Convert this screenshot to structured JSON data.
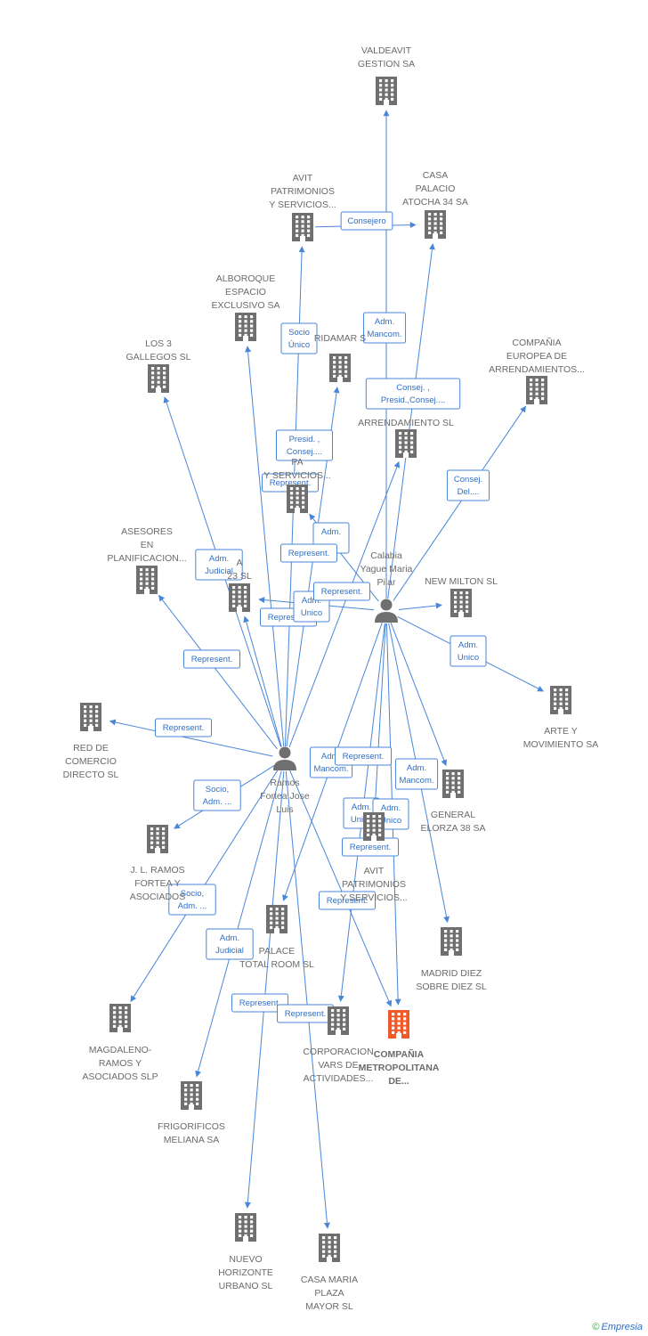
{
  "colors": {
    "building": "#6f6f6f",
    "highlight": "#f05a28",
    "edge": "#4a86d8",
    "text": "#6b6b6b"
  },
  "persons": [
    {
      "id": "ramos",
      "lines": [
        "Ramos",
        "Fortea Jose",
        "Luis"
      ]
    },
    {
      "id": "calabia",
      "lines": [
        "Calabia",
        "Yague Maria",
        "Pilar"
      ]
    }
  ],
  "companies": [
    {
      "id": "valdeavit",
      "lines": [
        "VALDEAVIT",
        "GESTION SA"
      ],
      "highlight": false
    },
    {
      "id": "avit1",
      "lines": [
        "AVIT",
        "PATRIMONIOS",
        "Y SERVICIOS..."
      ],
      "highlight": false
    },
    {
      "id": "casapalacio",
      "lines": [
        "CASA",
        "PALACIO",
        "ATOCHA 34 SA"
      ],
      "highlight": false
    },
    {
      "id": "alboroque",
      "lines": [
        "ALBOROQUE",
        "ESPACIO",
        "EXCLUSIVO SA"
      ],
      "highlight": false
    },
    {
      "id": "ridamar",
      "lines": [
        "RIDAMAR S"
      ],
      "highlight": false
    },
    {
      "id": "los3",
      "lines": [
        "LOS 3",
        "GALLEGOS SL"
      ],
      "highlight": false
    },
    {
      "id": "compeuropea",
      "lines": [
        "COMPAÑIA",
        "EUROPEA DE",
        "ARRENDAMIENTOS..."
      ],
      "highlight": false
    },
    {
      "id": "arrend",
      "lines": [
        "ARRENDAMIENTO SL"
      ],
      "highlight": false
    },
    {
      "id": "pat2",
      "lines": [
        "PA",
        "Y SERVICIOS..."
      ],
      "highlight": false
    },
    {
      "id": "asesores",
      "lines": [
        "ASESORES",
        "EN",
        "PLANIFICACION..."
      ],
      "highlight": false
    },
    {
      "id": "x23",
      "lines": [
        "A",
        "23 SL"
      ],
      "highlight": false
    },
    {
      "id": "newmilton",
      "lines": [
        "NEW MILTON SL"
      ],
      "highlight": false
    },
    {
      "id": "arte",
      "lines": [
        "ARTE Y",
        "MOVIMIENTO SA"
      ],
      "highlight": false
    },
    {
      "id": "reddecomercio",
      "lines": [
        "RED DE",
        "COMERCIO",
        "DIRECTO SL"
      ],
      "highlight": false
    },
    {
      "id": "general",
      "lines": [
        "GENERAL",
        "ELORZA 38 SA"
      ],
      "highlight": false
    },
    {
      "id": "jlramos",
      "lines": [
        "J. L. RAMOS",
        "FORTEA Y",
        "ASOCIADOS"
      ],
      "highlight": false
    },
    {
      "id": "avit2",
      "lines": [
        "AVIT",
        "PATRIMONIOS",
        "Y SERVICIOS..."
      ],
      "highlight": false
    },
    {
      "id": "palace",
      "lines": [
        "PALACE",
        "TOTAL ROOM SL"
      ],
      "highlight": false
    },
    {
      "id": "madriddiez",
      "lines": [
        "MADRID DIEZ",
        "SOBRE DIEZ SL"
      ],
      "highlight": false
    },
    {
      "id": "magdaleno",
      "lines": [
        "MAGDALENO-",
        "RAMOS Y",
        "ASOCIADOS SLP"
      ],
      "highlight": false
    },
    {
      "id": "corporacion",
      "lines": [
        "CORPORACION",
        "VARS DE",
        "ACTIVIDADES..."
      ],
      "highlight": false
    },
    {
      "id": "compmetro",
      "lines": [
        "COMPAÑIA",
        "METROPOLITANA",
        "DE..."
      ],
      "highlight": true
    },
    {
      "id": "frigorificos",
      "lines": [
        "FRIGORIFICOS",
        "MELIANA SA"
      ],
      "highlight": false
    },
    {
      "id": "nuevo",
      "lines": [
        "NUEVO",
        "HORIZONTE",
        "URBANO SL"
      ],
      "highlight": false
    },
    {
      "id": "casamaria",
      "lines": [
        "CASA MARIA",
        "PLAZA",
        "MAYOR SL"
      ],
      "highlight": false
    }
  ],
  "edges": [
    {
      "from": "calabia",
      "to": "valdeavit",
      "label": [
        "Adm.",
        "Mancom."
      ]
    },
    {
      "from": "avit1",
      "to": "casapalacio",
      "label": [
        "Consejero"
      ]
    },
    {
      "from": "calabia",
      "to": "casapalacio",
      "label": [
        "Consej. ,",
        "Presid.,Consej...."
      ]
    },
    {
      "from": "ramos",
      "to": "avit1",
      "label": [
        "Socio",
        "Único"
      ]
    },
    {
      "from": "ramos",
      "to": "alboroque",
      "label": [
        "Presid. ,",
        "Consej...."
      ]
    },
    {
      "from": "ramos",
      "to": "ridamar",
      "label": [
        "Represent."
      ]
    },
    {
      "from": "calabia",
      "to": "compeuropea",
      "label": [
        "Consej.",
        "Del...."
      ]
    },
    {
      "from": "ramos",
      "to": "los3",
      "label": [
        "Adm.",
        "Judicial"
      ]
    },
    {
      "from": "calabia",
      "to": "pat2",
      "label": [
        "Adm.",
        "..."
      ]
    },
    {
      "from": "ramos",
      "to": "arrend",
      "label": [
        "Represent."
      ]
    },
    {
      "from": "calabia",
      "to": "x23",
      "label": [
        "Represent."
      ]
    },
    {
      "from": "ramos",
      "to": "x23",
      "label": [
        "Adm.",
        "Unico"
      ]
    },
    {
      "from": "ramos",
      "to": "asesores",
      "label": [
        "Represent."
      ]
    },
    {
      "from": "calabia",
      "to": "newmilton",
      "label": [
        "Represent."
      ]
    },
    {
      "from": "calabia",
      "to": "arte",
      "label": [
        "Adm.",
        "Unico"
      ]
    },
    {
      "from": "ramos",
      "to": "reddecomercio",
      "label": [
        "Represent."
      ]
    },
    {
      "from": "calabia",
      "to": "general",
      "label": [
        "Adm.",
        "Mancom."
      ]
    },
    {
      "from": "ramos",
      "to": "jlramos",
      "label": [
        "Socio,",
        "Adm. ..."
      ]
    },
    {
      "from": "calabia",
      "to": "avit2",
      "label": [
        "Adm.",
        "Unico"
      ]
    },
    {
      "from": "ramos",
      "to": "magdaleno",
      "label": [
        "Socio,",
        "Adm. ..."
      ]
    },
    {
      "from": "ramos",
      "to": "frigorificos",
      "label": [
        "Adm.",
        "Judicial"
      ]
    },
    {
      "from": "ramos",
      "to": "nuevo",
      "label": [
        "Represent."
      ]
    },
    {
      "from": "ramos",
      "to": "casamaria",
      "label": [
        "Represent."
      ]
    },
    {
      "from": "ramos",
      "to": "compmetro",
      "label": [
        "Represent."
      ]
    },
    {
      "from": "calabia",
      "to": "corporacion",
      "label": [
        "Represent."
      ]
    },
    {
      "from": "calabia",
      "to": "madriddiez",
      "label": [
        "Adm.",
        "Unico"
      ]
    },
    {
      "from": "calabia",
      "to": "compmetro",
      "label": [
        "Adm.",
        "Mancom."
      ]
    },
    {
      "from": "calabia",
      "to": "palace",
      "label": [
        "Represent."
      ]
    }
  ],
  "brand": {
    "symbol": "©",
    "name": "Empresia"
  }
}
